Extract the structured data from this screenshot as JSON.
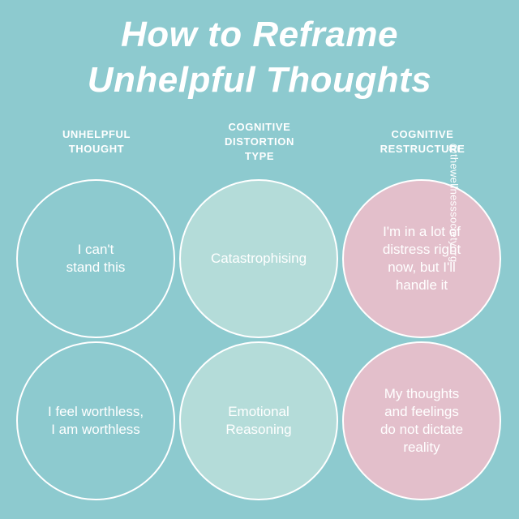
{
  "title": {
    "line1": "How to Reframe",
    "line2": "Unhelpful Thoughts"
  },
  "columns": [
    {
      "heading_lines": [
        "UNHELPFUL",
        "THOUGHT"
      ]
    },
    {
      "heading_lines": [
        "COGNITIVE",
        "DISTORTION",
        "TYPE"
      ]
    },
    {
      "heading_lines": [
        "COGNITIVE",
        "RESTRUCTURE"
      ]
    }
  ],
  "handle": "@thewellnesssocietyorg",
  "rows": [
    {
      "thought_lines": [
        "I can't",
        "stand this"
      ],
      "distortion_lines": [
        "Catastrophising"
      ],
      "restructure_lines": [
        "I'm in a lot of",
        "distress right",
        "now, but I'll",
        "handle it"
      ]
    },
    {
      "thought_lines": [
        "I feel worthless,",
        "I am worthless"
      ],
      "distortion_lines": [
        "Emotional",
        "Reasoning"
      ],
      "restructure_lines": [
        "My thoughts",
        "and feelings",
        "do not dictate",
        "reality"
      ]
    }
  ],
  "colors": {
    "background": "#8dcacf",
    "distortion_fill": "#b4dcd9",
    "restructure_fill": "#e3bfcb",
    "text": "#ffffff"
  }
}
